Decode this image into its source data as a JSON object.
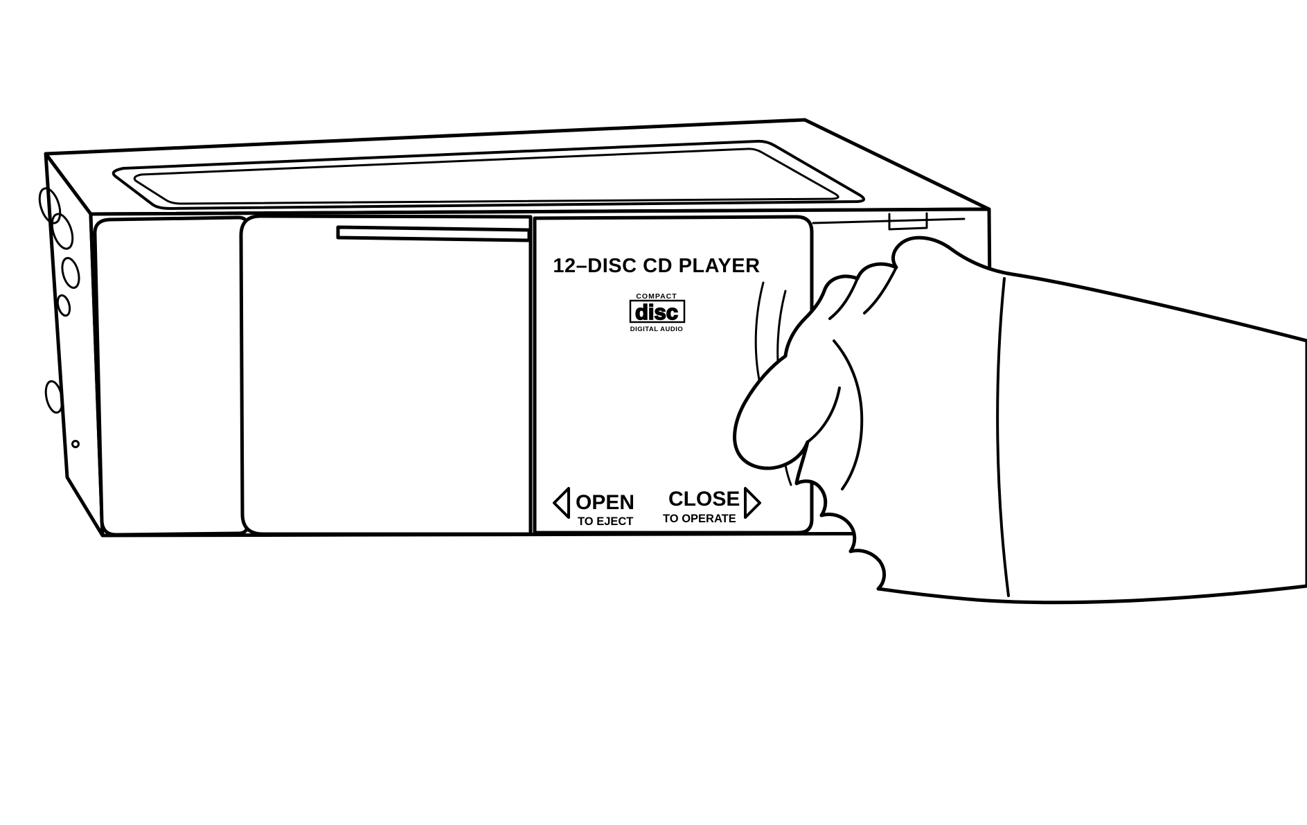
{
  "illustration": {
    "device_title": "12–DISC CD PLAYER",
    "logo": {
      "compact": "COMPACT",
      "wordmark": "disc",
      "digital_audio": "DIGITAL AUDIO"
    },
    "door_controls": {
      "open_label": "OPEN",
      "open_sub": "TO EJECT",
      "close_label": "CLOSE",
      "close_sub": "TO OPERATE"
    }
  }
}
